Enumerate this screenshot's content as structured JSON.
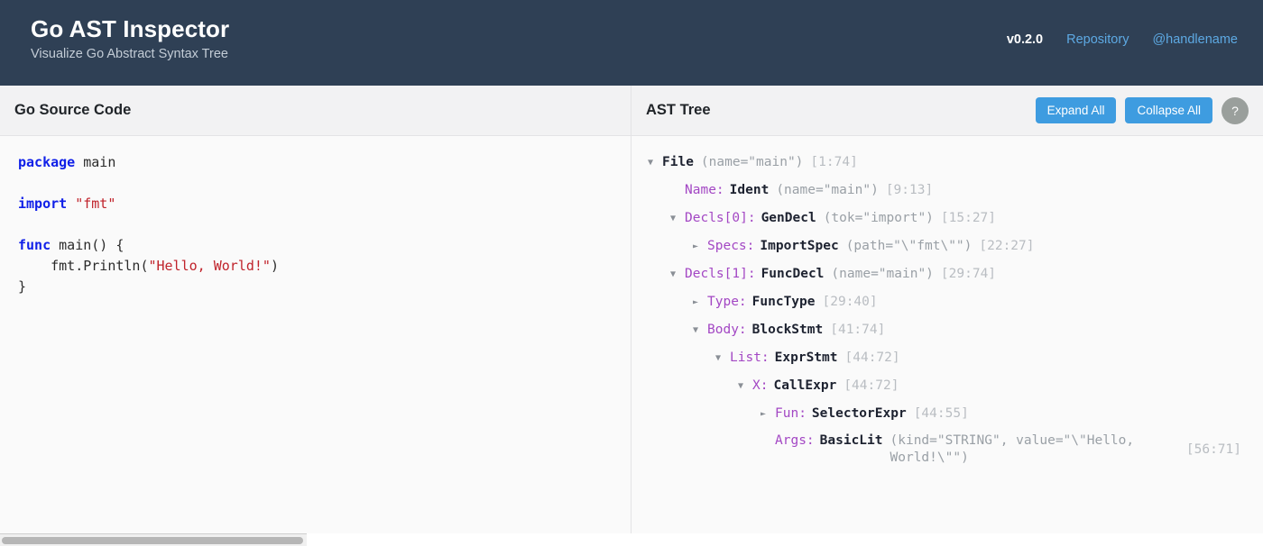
{
  "header": {
    "title": "Go AST Inspector",
    "subtitle": "Visualize Go Abstract Syntax Tree",
    "version": "v0.2.0",
    "repository_link": "Repository",
    "handle_link": "@handlename",
    "background_color": "#2f4055",
    "link_color": "#5da9e3"
  },
  "left_panel": {
    "title": "Go Source Code",
    "code_lines": [
      {
        "type": "code",
        "tokens": [
          {
            "t": "kw",
            "v": "package"
          },
          {
            "t": "pln",
            "v": " main"
          }
        ]
      },
      {
        "type": "blank",
        "tokens": []
      },
      {
        "type": "code",
        "tokens": [
          {
            "t": "kw",
            "v": "import"
          },
          {
            "t": "pln",
            "v": " "
          },
          {
            "t": "str",
            "v": "\"fmt\""
          }
        ]
      },
      {
        "type": "blank",
        "tokens": []
      },
      {
        "type": "code",
        "tokens": [
          {
            "t": "kw",
            "v": "func"
          },
          {
            "t": "pln",
            "v": " main() {"
          }
        ]
      },
      {
        "type": "code",
        "tokens": [
          {
            "t": "pln",
            "v": "    fmt.Println("
          },
          {
            "t": "str",
            "v": "\"Hello, World!\""
          },
          {
            "t": "pln",
            "v": ")"
          }
        ]
      },
      {
        "type": "code",
        "tokens": [
          {
            "t": "pln",
            "v": "}"
          }
        ]
      }
    ],
    "source_text": "package main\n\nimport \"fmt\"\n\nfunc main() {\n    fmt.Println(\"Hello, World!\")\n}"
  },
  "right_panel": {
    "title": "AST Tree",
    "expand_all_label": "Expand All",
    "collapse_all_label": "Collapse All",
    "help_label": "?",
    "button_color": "#3e9ce0",
    "help_button_color": "#9a9f9c",
    "tree": [
      {
        "depth": 0,
        "toggle": "expanded",
        "field": "",
        "node_type": "File",
        "attrs": "(name=\"main\")",
        "pos": "[1:74]",
        "wrapped": false
      },
      {
        "depth": 1,
        "toggle": "none",
        "field": "Name:",
        "node_type": "Ident",
        "attrs": "(name=\"main\")",
        "pos": "[9:13]",
        "wrapped": false
      },
      {
        "depth": 1,
        "toggle": "expanded",
        "field": "Decls[0]:",
        "node_type": "GenDecl",
        "attrs": "(tok=\"import\")",
        "pos": "[15:27]",
        "wrapped": false
      },
      {
        "depth": 2,
        "toggle": "collapsed",
        "field": "Specs:",
        "node_type": "ImportSpec",
        "attrs": "(path=\"\\\"fmt\\\"\")",
        "pos": "[22:27]",
        "wrapped": false
      },
      {
        "depth": 1,
        "toggle": "expanded",
        "field": "Decls[1]:",
        "node_type": "FuncDecl",
        "attrs": "(name=\"main\")",
        "pos": "[29:74]",
        "wrapped": false
      },
      {
        "depth": 2,
        "toggle": "collapsed",
        "field": "Type:",
        "node_type": "FuncType",
        "attrs": "",
        "pos": "[29:40]",
        "wrapped": false
      },
      {
        "depth": 2,
        "toggle": "expanded",
        "field": "Body:",
        "node_type": "BlockStmt",
        "attrs": "",
        "pos": "[41:74]",
        "wrapped": false
      },
      {
        "depth": 3,
        "toggle": "expanded",
        "field": "List:",
        "node_type": "ExprStmt",
        "attrs": "",
        "pos": "[44:72]",
        "wrapped": false
      },
      {
        "depth": 4,
        "toggle": "expanded",
        "field": "X:",
        "node_type": "CallExpr",
        "attrs": "",
        "pos": "[44:72]",
        "wrapped": false
      },
      {
        "depth": 5,
        "toggle": "collapsed",
        "field": "Fun:",
        "node_type": "SelectorExpr",
        "attrs": "",
        "pos": "[44:55]",
        "wrapped": false
      },
      {
        "depth": 5,
        "toggle": "none",
        "field": "Args:",
        "node_type": "BasicLit",
        "attrs": "(kind=\"STRING\", value=\"\\\"Hello, World!\\\"\")",
        "pos": "[56:71]",
        "wrapped": true
      }
    ],
    "icons": {
      "expanded": "▼",
      "collapsed": "►"
    },
    "colors": {
      "field": "#a347c4",
      "node_type": "#1d2230",
      "attrs": "#9aa0a6",
      "pos": "#b9bdc2"
    }
  }
}
